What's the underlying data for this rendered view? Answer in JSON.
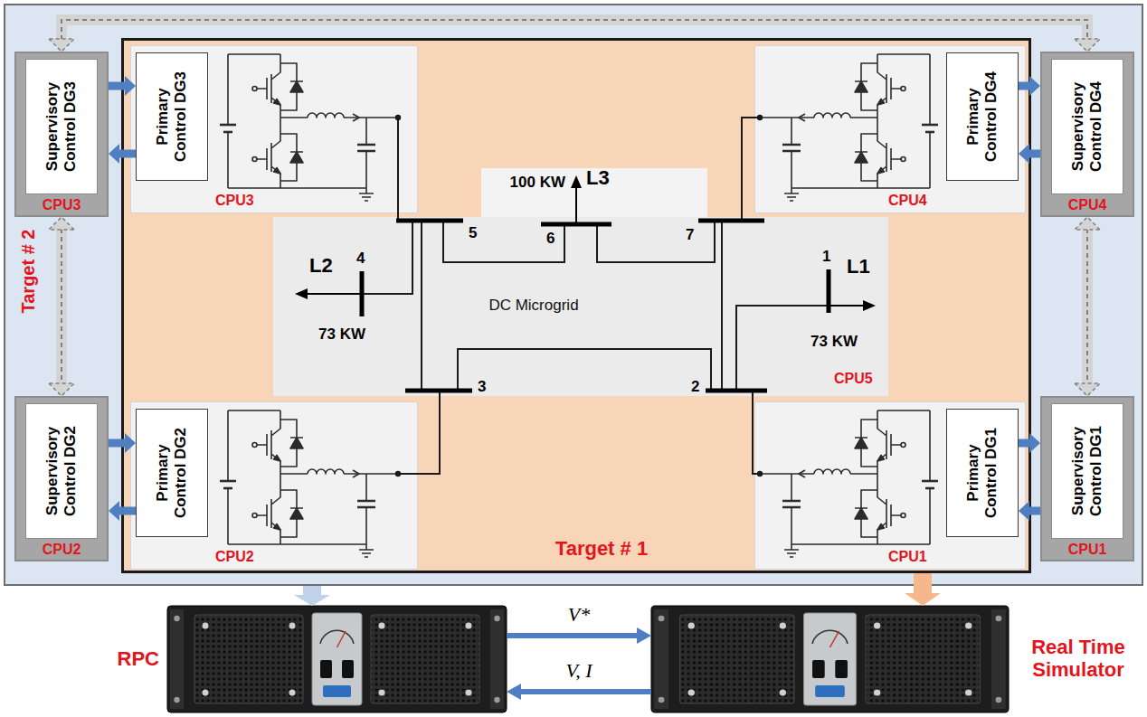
{
  "diagram": {
    "nodes": [
      {
        "text": [
          "Target # 2"
        ]
      },
      {
        "text": [
          "Target # 1"
        ],
        "in": 0
      },
      {
        "text": [
          "Supervisory Control DG3",
          "CPU3"
        ],
        "in": 0
      },
      {
        "text": [
          "Supervisory Control DG4",
          "CPU4"
        ],
        "in": 0
      },
      {
        "text": [
          "Supervisory Control DG2",
          "CPU2"
        ],
        "in": 0
      },
      {
        "text": [
          "Supervisory Control DG1",
          "CPU1"
        ],
        "in": 0
      },
      {
        "text": [
          "CPU3"
        ],
        "in": 1
      },
      {
        "text": [
          "Primary Control DG3"
        ],
        "in": 6
      },
      {
        "text": [
          "CPU4"
        ],
        "in": 1
      },
      {
        "text": [
          "Primary Control DG4"
        ],
        "in": 8
      },
      {
        "text": [
          "DC Microgrid",
          "CPU5"
        ],
        "in": 1
      },
      {
        "text": [
          "CPU2"
        ],
        "in": 1
      },
      {
        "text": [
          "Primary Control DG2"
        ],
        "in": 11
      },
      {
        "text": [
          "CPU1"
        ],
        "in": 1
      },
      {
        "text": [
          "Primary Control DG1"
        ],
        "in": 13
      },
      {
        "text": [
          "RPC"
        ]
      },
      {
        "text": [
          "Real Time Simulator"
        ]
      }
    ],
    "edges": [
      {
        "from": 2,
        "to": 7,
        "arrow": "to"
      },
      {
        "from": 7,
        "to": 2,
        "arrow": "to"
      },
      {
        "from": 9,
        "to": 3,
        "arrow": "to"
      },
      {
        "from": 3,
        "to": 9,
        "arrow": "to"
      },
      {
        "from": 4,
        "to": 12,
        "arrow": "to"
      },
      {
        "from": 12,
        "to": 4,
        "arrow": "to"
      },
      {
        "from": 14,
        "to": 5,
        "arrow": "to"
      },
      {
        "from": 5,
        "to": 14,
        "arrow": "to"
      },
      {
        "from": 2,
        "to": 3,
        "arrow": "both"
      },
      {
        "from": 2,
        "to": 4,
        "arrow": "both"
      },
      {
        "from": 3,
        "to": 5,
        "arrow": "both"
      },
      {
        "from": 0,
        "to": 15,
        "arrow": "to"
      },
      {
        "from": 1,
        "to": 16,
        "arrow": "to"
      },
      {
        "from": 15,
        "to": 16,
        "label": "V*",
        "arrow": "to"
      },
      {
        "from": 16,
        "to": 15,
        "label": "V, I",
        "arrow": "to"
      }
    ],
    "labels": [
      "100 KW",
      "L3",
      "5",
      "6",
      "7",
      "4",
      "L2",
      "73 KW",
      "1",
      "L1",
      "73 KW",
      "3",
      "2"
    ]
  }
}
